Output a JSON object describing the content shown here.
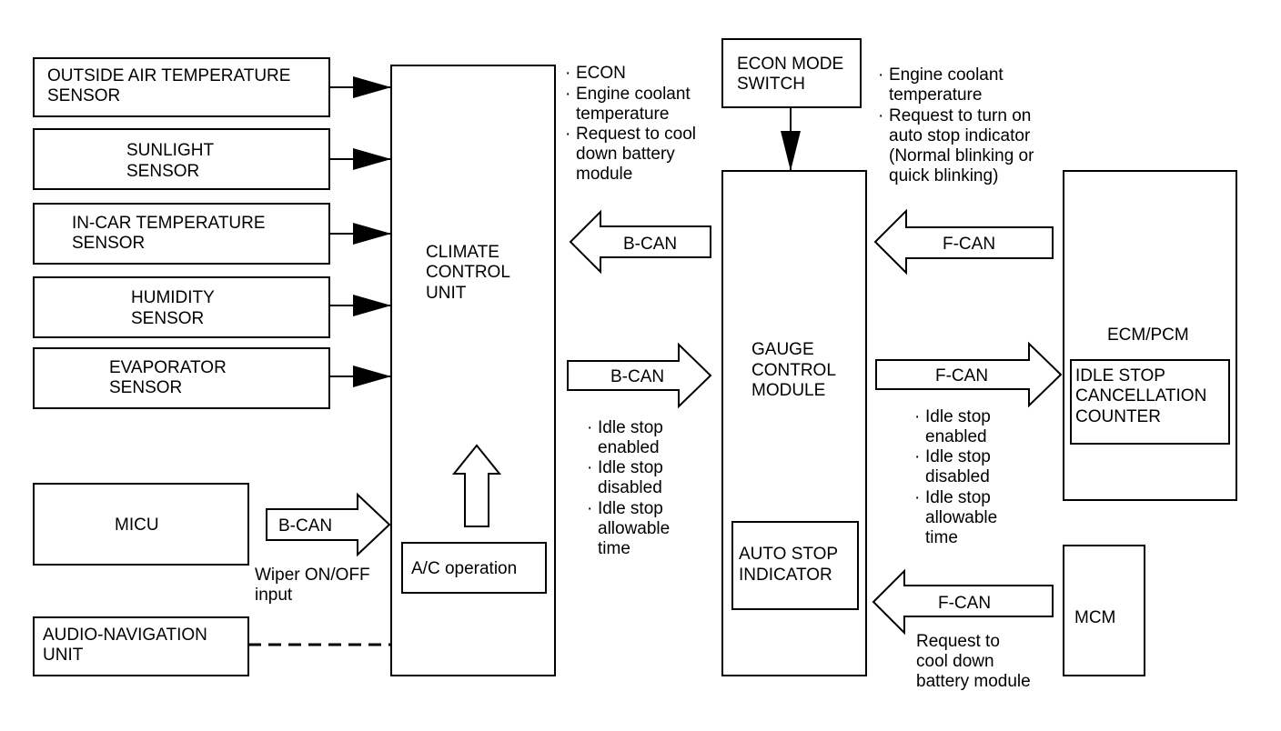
{
  "sensors": {
    "outside_air": [
      "OUTSIDE AIR TEMPERATURE",
      "SENSOR"
    ],
    "sunlight": [
      "SUNLIGHT",
      "SENSOR"
    ],
    "in_car": [
      "IN-CAR TEMPERATURE",
      "SENSOR"
    ],
    "humidity": [
      "HUMIDITY",
      "SENSOR"
    ],
    "evaporator": [
      "EVAPORATOR",
      "SENSOR"
    ]
  },
  "micu": {
    "label": "MICU"
  },
  "micu_link": {
    "bus": "B-CAN",
    "note": [
      "Wiper ON/OFF",
      "input"
    ]
  },
  "audio_nav": {
    "label": [
      "AUDIO-NAVIGATION",
      "UNIT"
    ]
  },
  "climate": {
    "label": [
      "CLIMATE",
      "CONTROL",
      "UNIT"
    ],
    "ac_operation": "A/C operation"
  },
  "econ_switch": {
    "label": [
      "ECON MODE",
      "SWITCH"
    ]
  },
  "gauge": {
    "label": [
      "GAUGE",
      "CONTROL",
      "MODULE"
    ],
    "indicator": [
      "AUTO STOP",
      "INDICATOR"
    ]
  },
  "ecm": {
    "label": "ECM/PCM",
    "counter": [
      "IDLE STOP",
      "CANCELLATION",
      "COUNTER"
    ]
  },
  "mcm": {
    "label": "MCM"
  },
  "links": {
    "gauge_to_climate": {
      "bus": "B-CAN",
      "notes": [
        "ECON",
        "Engine coolant",
        "temperature",
        "Request to cool",
        "down battery",
        "module"
      ]
    },
    "climate_to_gauge": {
      "bus": "B-CAN",
      "notes": [
        "Idle stop",
        "enabled",
        "Idle stop",
        "disabled",
        "Idle stop",
        "allowable",
        "time"
      ]
    },
    "ecm_to_gauge": {
      "bus": "F-CAN",
      "notes": [
        "Engine coolant",
        "temperature",
        "Request to turn on",
        "auto stop indicator",
        "(Normal blinking or",
        "quick blinking)"
      ]
    },
    "gauge_to_ecm": {
      "bus": "F-CAN",
      "notes": [
        "Idle stop",
        "enabled",
        "Idle stop",
        "disabled",
        "Idle stop",
        "allowable",
        "time"
      ]
    },
    "mcm_to_gauge": {
      "bus": "F-CAN",
      "notes": [
        "Request to",
        "cool down",
        "battery module"
      ]
    }
  },
  "bullet": "·"
}
